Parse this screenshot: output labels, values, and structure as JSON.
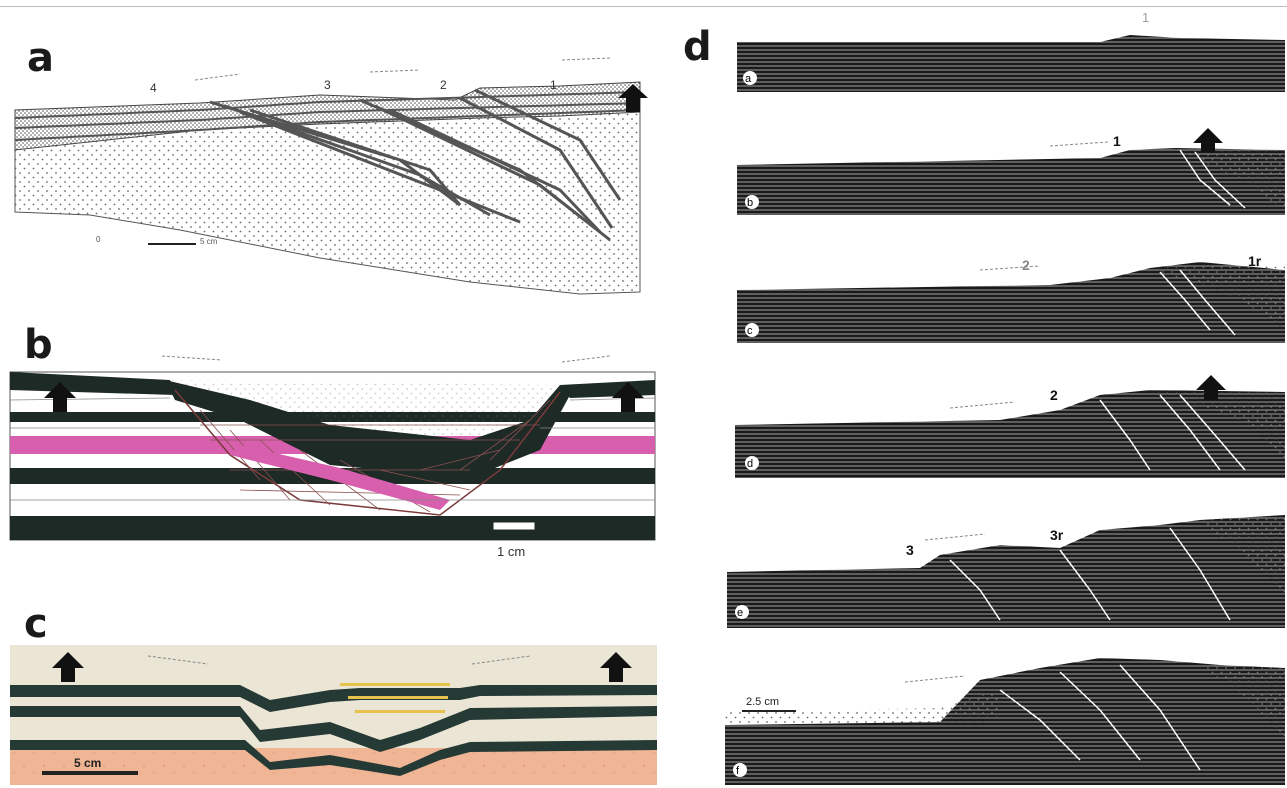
{
  "panels": {
    "a": {
      "label": "a",
      "fault_numbers": [
        "4",
        "3",
        "2",
        "1"
      ],
      "scale_zero": "0",
      "scale_text": "5 cm"
    },
    "b": {
      "label": "b",
      "scale_text": "1 cm"
    },
    "c": {
      "label": "c",
      "scale_text": "5 cm"
    },
    "d": {
      "label": "d",
      "top_number": "1",
      "steps": [
        {
          "id": "a",
          "annotations": []
        },
        {
          "id": "b",
          "annotations": [
            "1"
          ]
        },
        {
          "id": "c",
          "annotations": [
            "2",
            "1r"
          ]
        },
        {
          "id": "d",
          "annotations": [
            "2"
          ]
        },
        {
          "id": "e",
          "annotations": [
            "3",
            "3r"
          ]
        },
        {
          "id": "f",
          "annotations": []
        }
      ],
      "scale_text": "2.5 cm"
    }
  },
  "colors": {
    "dark_layer": "#1d2a26",
    "pink_layer": "#d85fae",
    "sand_base": "#f0b595",
    "gel_bg": "#ebe5d5",
    "yellow_layer": "#e6c34a"
  }
}
